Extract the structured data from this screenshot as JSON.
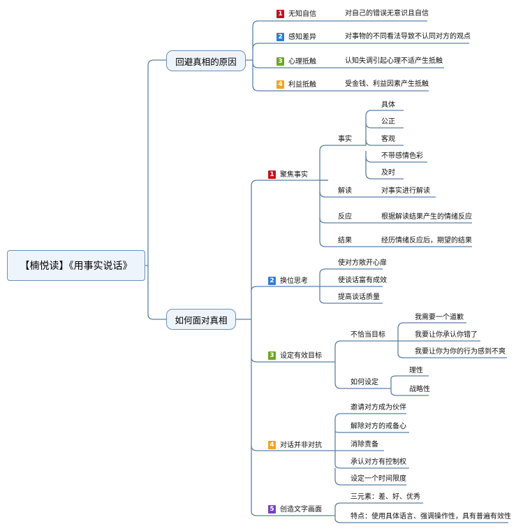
{
  "root": {
    "label": "【楠悦读】《用事实说话》"
  },
  "branches": {
    "reasons": {
      "label": "回避真相的原因",
      "items": [
        {
          "num": "1",
          "label": "无知自信",
          "desc": "对自己的错误无意识且自信"
        },
        {
          "num": "2",
          "label": "感知差异",
          "desc": "对事物的不同看法导致不认同对方的观点"
        },
        {
          "num": "3",
          "label": "心理抵触",
          "desc": "认知失调引起心理不适产生抵触"
        },
        {
          "num": "4",
          "label": "利益抵触",
          "desc": "受金钱、利益因素产生抵触"
        }
      ]
    },
    "face": {
      "label": "如何面对真相",
      "focus": {
        "num": "1",
        "label": "聚焦事实",
        "fact": {
          "label": "事实",
          "items": [
            "具体",
            "公正",
            "客观",
            "不带感情色彩",
            "及时"
          ]
        },
        "interpret": {
          "label": "解读",
          "desc": "对事实进行解读"
        },
        "react": {
          "label": "反应",
          "desc": "根据解读结果产生的情绪反应"
        },
        "result": {
          "label": "结果",
          "desc": "经历情绪反应后，期望的结果"
        }
      },
      "perspective": {
        "num": "2",
        "label": "换位思考",
        "items": [
          "使对方敞开心扉",
          "使谈话富有成效",
          "提高谈话质量"
        ]
      },
      "goal": {
        "num": "3",
        "label": "设定有效目标",
        "improper": {
          "label": "不恰当目标",
          "items": [
            "我需要一个道歉",
            "我要让你承认你错了",
            "我要让你为你的行为感到不爽"
          ]
        },
        "howto": {
          "label": "如何设定",
          "items": [
            "理性",
            "战略性"
          ]
        }
      },
      "dialogue": {
        "num": "4",
        "label": "对话并非对抗",
        "items": [
          "邀请对方成为伙伴",
          "解除对方的戒备心",
          "消除责备",
          "承认对方有控制权",
          "设定一个时间限度"
        ]
      },
      "picture": {
        "num": "5",
        "label": "创造文字画面",
        "items": [
          "三元素：差、好、优秀",
          "特点：使用具体语言、强调操作性，具有普遍有效性"
        ]
      }
    }
  },
  "colors": {
    "line": "#5b7fa8",
    "node_fill": "#eef4fb",
    "badge1": "#c0151b",
    "badge2": "#2f7fd0",
    "badge3": "#6aa820",
    "badge4": "#f0a520",
    "badge5": "#7a3fc4"
  }
}
